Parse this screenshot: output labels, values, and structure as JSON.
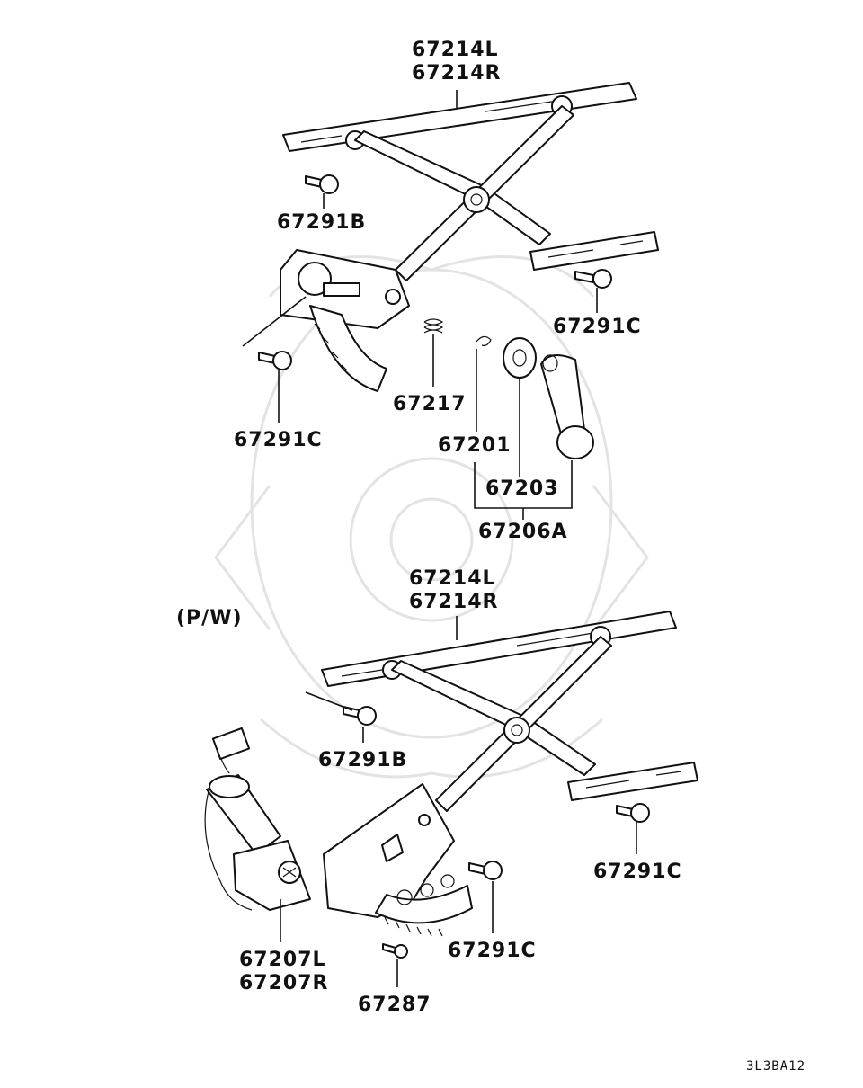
{
  "diagram": {
    "section_top": {
      "regulator_labels": [
        "67214L",
        "67214R"
      ],
      "bolt_b": "67291B",
      "bolt_c_right": "67291C",
      "bolt_c_left": "67291C",
      "spring": "67217",
      "clip": "67201",
      "escutcheon": "67203",
      "handle_assy": "67206A"
    },
    "section_bottom": {
      "variant_label": "(P/W)",
      "regulator_labels": [
        "67214L",
        "67214R"
      ],
      "bolt_b": "67291B",
      "bolt_c_right": "67291C",
      "bolt_c_lower": "67291C",
      "motor_labels": [
        "67207L",
        "67207R"
      ],
      "screw": "67287"
    },
    "drawing_code": "3L3BA12"
  }
}
